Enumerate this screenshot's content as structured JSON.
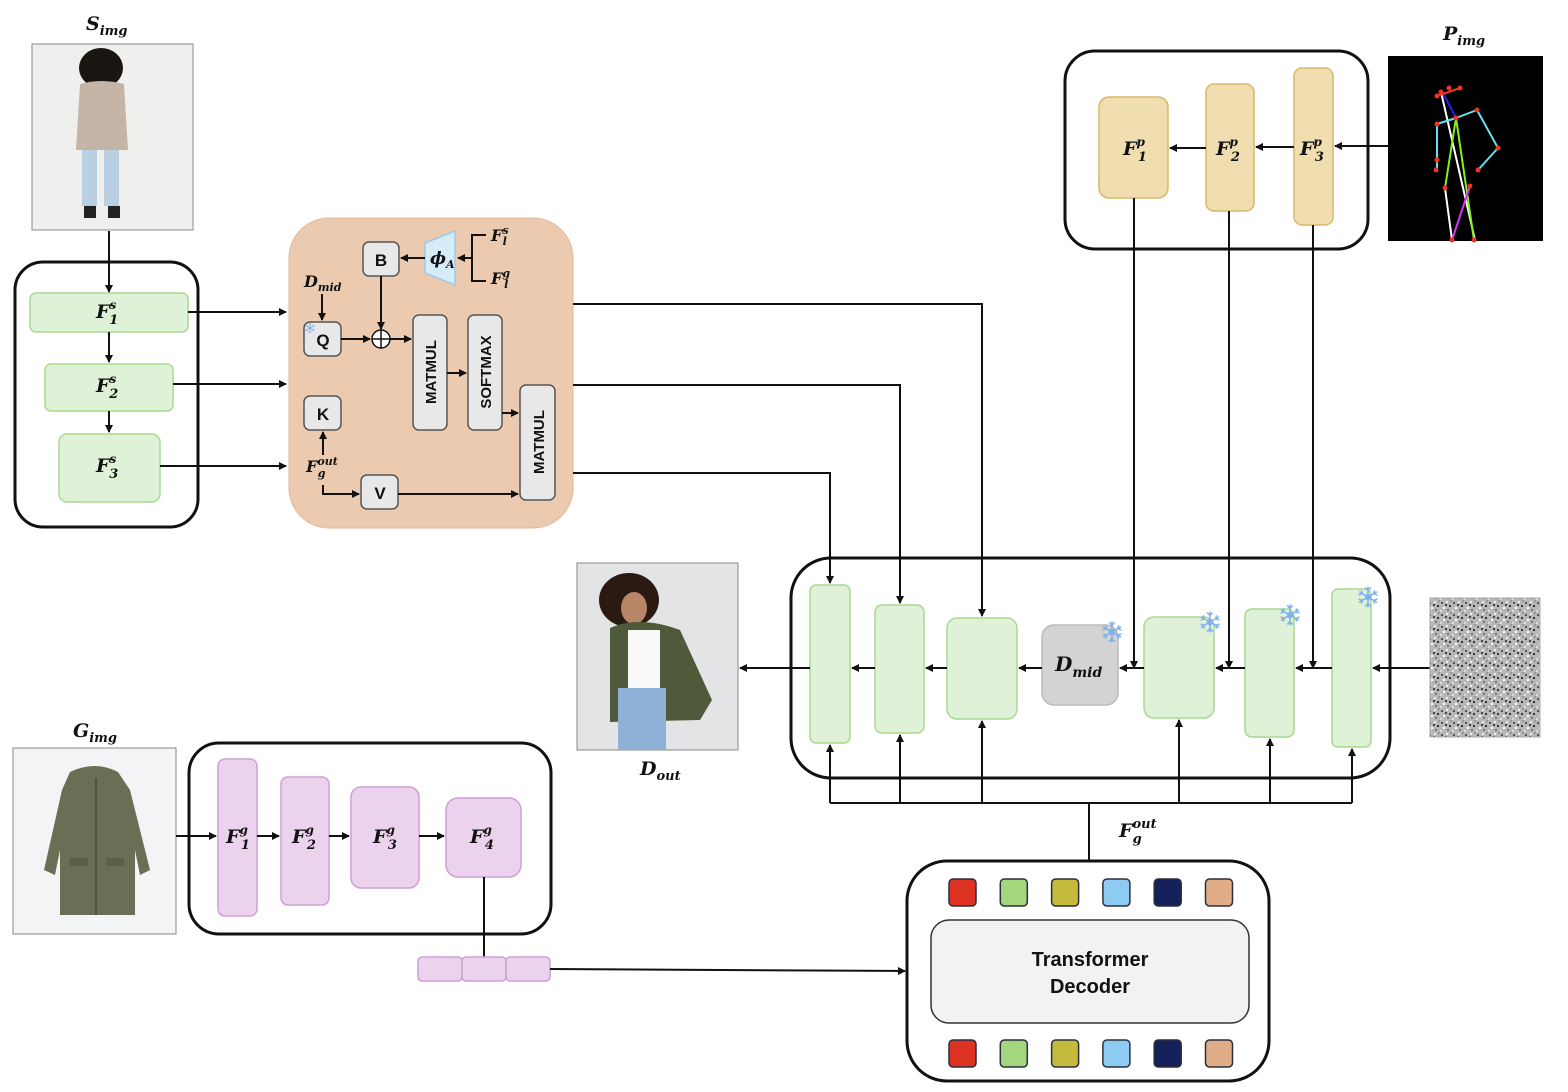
{
  "inputs": {
    "source": {
      "label": "S",
      "sub": "img",
      "description": "back view of person wearing beige coat and light jeans"
    },
    "pose": {
      "label": "P",
      "sub": "img",
      "description": "pose skeleton on black background"
    },
    "garment": {
      "label": "G",
      "sub": "img",
      "description": "olive green hooded parka"
    },
    "noise": {
      "description": "gaussian noise"
    }
  },
  "output": {
    "label": "D",
    "sub": "out",
    "description": "front view of person wearing olive jacket, white top and jeans"
  },
  "source_encoder": {
    "blocks": [
      {
        "label": "F",
        "sup": "s",
        "sub": "1"
      },
      {
        "label": "F",
        "sup": "s",
        "sub": "2"
      },
      {
        "label": "F",
        "sup": "s",
        "sub": "3"
      }
    ]
  },
  "pose_encoder": {
    "blocks": [
      {
        "label": "F",
        "sup": "p",
        "sub": "1"
      },
      {
        "label": "F",
        "sup": "p",
        "sub": "2"
      },
      {
        "label": "F",
        "sup": "p",
        "sub": "3"
      }
    ]
  },
  "garment_encoder": {
    "blocks": [
      {
        "label": "F",
        "sup": "g",
        "sub": "1"
      },
      {
        "label": "F",
        "sup": "g",
        "sub": "2"
      },
      {
        "label": "F",
        "sup": "g",
        "sub": "3"
      },
      {
        "label": "F",
        "sup": "g",
        "sub": "4"
      }
    ],
    "token_count": 3
  },
  "attention_module": {
    "q": "Q",
    "k": "K",
    "v": "V",
    "b": "B",
    "matmul1": "MATMUL",
    "softmax": "SOFTMAX",
    "matmul2": "MATMUL",
    "phi": {
      "label": "ϕ",
      "sub": "A"
    },
    "d_mid": {
      "label": "D",
      "sub": "mid"
    },
    "f_out": {
      "label": "F",
      "sup": "out",
      "sub": "g"
    },
    "fls": {
      "label": "F",
      "sup": "s",
      "sub": "l"
    },
    "flg": {
      "label": "F",
      "sup": "g",
      "sub": "l"
    }
  },
  "unet": {
    "d_mid": {
      "label": "D",
      "sub": "mid"
    },
    "frozen_icon": "snowflake-icon"
  },
  "decoder": {
    "title_line1": "Transformer",
    "title_line2": "Decoder",
    "f_out": {
      "label": "F",
      "sup": "out",
      "sub": "g"
    },
    "query_colors": [
      "#dc3323",
      "#a4d67e",
      "#c4bb3e",
      "#8ecbf2",
      "#14205a",
      "#e0ad88"
    ]
  },
  "colors": {
    "source_block": "#dff2d8",
    "source_border": "#a9d98f",
    "pose_block": "#f0ddb0",
    "pose_border": "#d9b86a",
    "garment_block": "#ebd3ee",
    "garment_border": "#cf9fd6",
    "attention_bg": "#eccab0",
    "op_block": "#e8e8e8",
    "dmid_block": "#d3d3d3",
    "phi_fill": "#d6ebf8",
    "phi_border": "#9ccbe9",
    "snowflake": "#7fb0ee"
  }
}
